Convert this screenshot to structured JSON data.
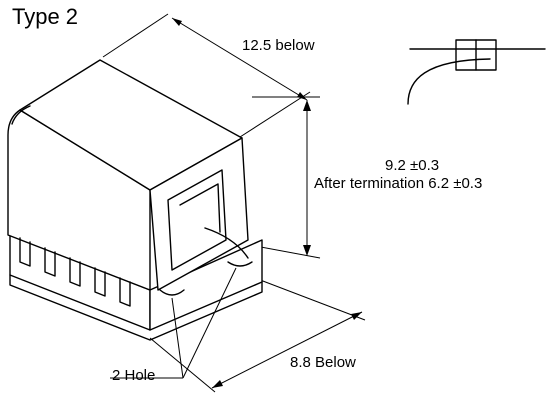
{
  "title": "Type 2",
  "dimensions": {
    "length": "12.5 below",
    "height": "9.2 ±0.3",
    "height_after_termination": "After termination 6.2 ±0.3",
    "width": "8.8 Below"
  },
  "callout": {
    "hole": "2 Hole"
  },
  "colors": {
    "ink": "#000000",
    "background": "#ffffff"
  }
}
